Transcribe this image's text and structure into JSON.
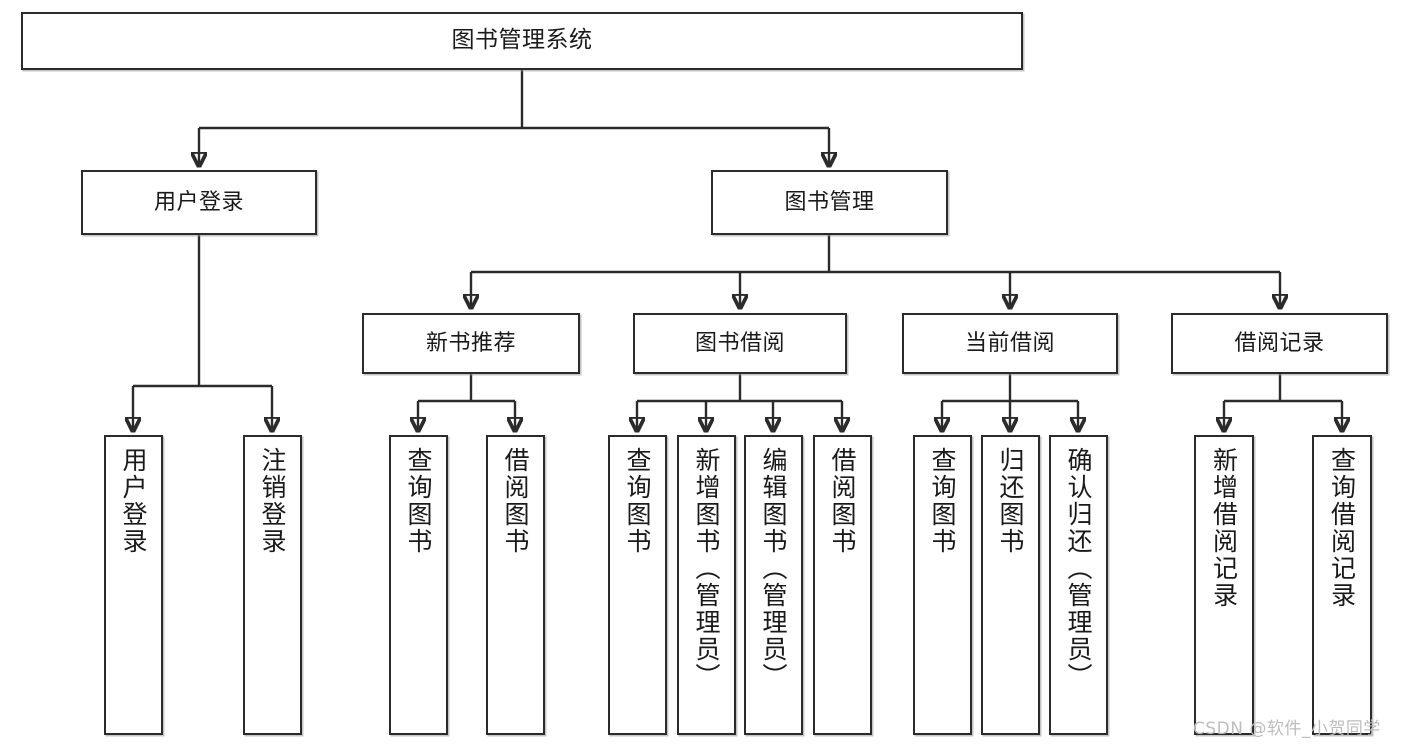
{
  "diagram": {
    "type": "tree",
    "title": "图书管理系统",
    "root": {
      "label": "图书管理系统"
    },
    "level1": [
      {
        "label": "用户登录"
      },
      {
        "label": "图书管理"
      }
    ],
    "level2": [
      {
        "label": "新书推荐"
      },
      {
        "label": "图书借阅"
      },
      {
        "label": "当前借阅"
      },
      {
        "label": "借阅记录"
      }
    ],
    "leaves": {
      "user_login": [
        {
          "label": "用户登录"
        },
        {
          "label": "注销登录"
        }
      ],
      "new_book_recommend": [
        {
          "label": "查询图书"
        },
        {
          "label": "借阅图书"
        }
      ],
      "book_borrow": [
        {
          "label": "查询图书"
        },
        {
          "label": "新增图书（管理员）"
        },
        {
          "label": "编辑图书（管理员）"
        },
        {
          "label": "借阅图书"
        }
      ],
      "current_borrow": [
        {
          "label": "查询图书"
        },
        {
          "label": "归还图书"
        },
        {
          "label": "确认归还（管理员）"
        }
      ],
      "borrow_record": [
        {
          "label": "新增借阅记录"
        },
        {
          "label": "查询借阅记录"
        }
      ]
    }
  },
  "watermark": {
    "text": "CSDN @软件_小贺同学"
  },
  "colors": {
    "border": "#2b2b2b",
    "background": "#ffffff",
    "text": "#1a1a1a",
    "watermark": "#bdbdbd"
  }
}
